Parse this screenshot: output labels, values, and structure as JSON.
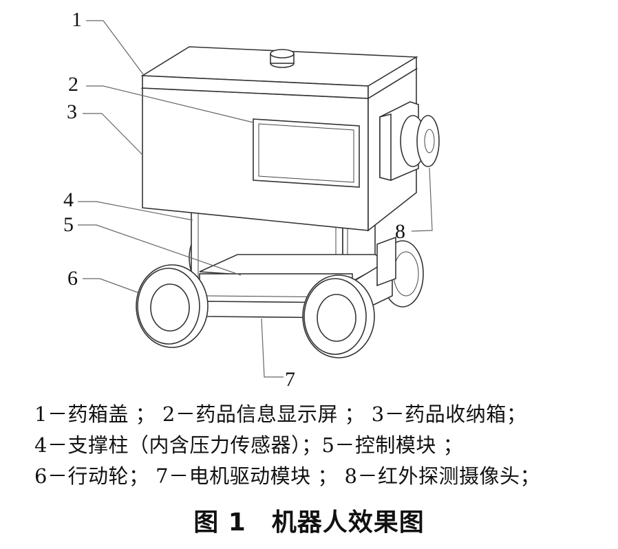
{
  "callouts": [
    "1",
    "2",
    "3",
    "4",
    "5",
    "6",
    "7",
    "8"
  ],
  "legend": [
    "1－药箱盖 ； 2－药品信息显示屏 ； 3－药品收纳箱；",
    "4－支撑柱（内含压力传感器）；5－控制模块 ；",
    "6－行动轮； 7－电机驱动模块 ； 8－红外探测摄像头；"
  ],
  "caption": "图 1　机器人效果图"
}
